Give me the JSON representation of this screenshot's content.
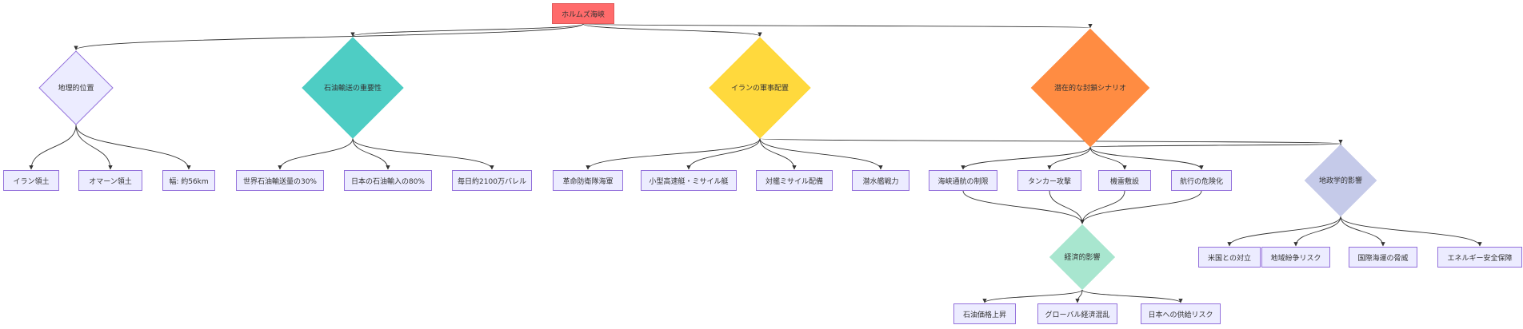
{
  "diagram": {
    "nodes": [
      {
        "id": "root",
        "label": "ホルムズ海峡",
        "color": "#ff6b6b"
      },
      {
        "id": "geo",
        "label": "地理的位置",
        "color": "#ececff"
      },
      {
        "id": "oil",
        "label": "石油輸送の重要性",
        "color": "#4ecdc4"
      },
      {
        "id": "iran",
        "label": "イランの軍事配置",
        "color": "#ffd93d"
      },
      {
        "id": "blockade",
        "label": "潜在的な封鎖シナリオ",
        "color": "#ff8c42"
      },
      {
        "id": "g1",
        "label": "イラン領土"
      },
      {
        "id": "g2",
        "label": "オマーン領土"
      },
      {
        "id": "g3",
        "label": "幅: 約56km"
      },
      {
        "id": "o1",
        "label": "世界石油輸送量の30%"
      },
      {
        "id": "o2",
        "label": "日本の石油輸入の80%"
      },
      {
        "id": "o3",
        "label": "毎日約2100万バレル"
      },
      {
        "id": "i1",
        "label": "革命防衛隊海軍"
      },
      {
        "id": "i2",
        "label": "小型高速艇・ミサイル艇"
      },
      {
        "id": "i3",
        "label": "対艦ミサイル配備"
      },
      {
        "id": "i4",
        "label": "潜水艦戦力"
      },
      {
        "id": "b1",
        "label": "海峡通航の制限"
      },
      {
        "id": "b2",
        "label": "タンカー攻撃"
      },
      {
        "id": "b3",
        "label": "機雷敷設"
      },
      {
        "id": "b4",
        "label": "航行の危険化"
      },
      {
        "id": "geopol",
        "label": "地政学的影響",
        "color": "#c5cae9"
      },
      {
        "id": "econ",
        "label": "経済的影響",
        "color": "#a8e6cf"
      },
      {
        "id": "p1",
        "label": "米国との対立"
      },
      {
        "id": "p2",
        "label": "地域紛争リスク"
      },
      {
        "id": "p3",
        "label": "国際海運の脅威"
      },
      {
        "id": "p4",
        "label": "エネルギー安全保障"
      },
      {
        "id": "e1",
        "label": "石油価格上昇"
      },
      {
        "id": "e2",
        "label": "グローバル経済混乱"
      },
      {
        "id": "e3",
        "label": "日本への供給リスク"
      }
    ],
    "edges": [
      [
        "root",
        "geo"
      ],
      [
        "root",
        "oil"
      ],
      [
        "root",
        "iran"
      ],
      [
        "root",
        "blockade"
      ],
      [
        "geo",
        "g1"
      ],
      [
        "geo",
        "g2"
      ],
      [
        "geo",
        "g3"
      ],
      [
        "oil",
        "o1"
      ],
      [
        "oil",
        "o2"
      ],
      [
        "oil",
        "o3"
      ],
      [
        "iran",
        "i1"
      ],
      [
        "iran",
        "i2"
      ],
      [
        "iran",
        "i3"
      ],
      [
        "iran",
        "i4"
      ],
      [
        "iran",
        "geopol"
      ],
      [
        "blockade",
        "b1"
      ],
      [
        "blockade",
        "b2"
      ],
      [
        "blockade",
        "b3"
      ],
      [
        "blockade",
        "b4"
      ],
      [
        "blockade",
        "geopol"
      ],
      [
        "b1",
        "econ"
      ],
      [
        "b2",
        "econ"
      ],
      [
        "b3",
        "econ"
      ],
      [
        "b4",
        "econ"
      ],
      [
        "econ",
        "e1"
      ],
      [
        "econ",
        "e2"
      ],
      [
        "econ",
        "e3"
      ],
      [
        "geopol",
        "p1"
      ],
      [
        "geopol",
        "p2"
      ],
      [
        "geopol",
        "p3"
      ],
      [
        "geopol",
        "p4"
      ]
    ],
    "style": {
      "edge_color": "#333333",
      "rect_fill": "#ececff",
      "rect_border": "#9370db"
    }
  }
}
